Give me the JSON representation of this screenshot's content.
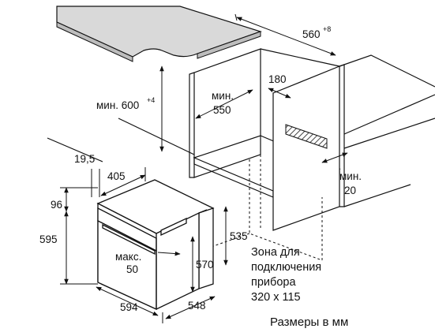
{
  "diagram": {
    "dims": {
      "d560": "560",
      "d560_sup": "+8",
      "min600": "мин. 600",
      "min600_sup": "+4",
      "min550_a": "мин.",
      "min550_b": "550",
      "d180": "180",
      "min20_a": "мин.",
      "min20_b": "20",
      "d19_5": "19,5",
      "d405": "405",
      "d96": "96",
      "d595": "595",
      "d535": "535",
      "maks_a": "макс.",
      "maks_b": "50",
      "d570": "570",
      "d594": "594",
      "d548": "548"
    },
    "zone_note": [
      "Зона для",
      "подключения",
      "прибора",
      "320 x 115"
    ],
    "units_note": "Размеры в мм",
    "colors": {
      "countertop": "#d9d9d9",
      "hatch": "#555555",
      "line": "#111111"
    }
  }
}
